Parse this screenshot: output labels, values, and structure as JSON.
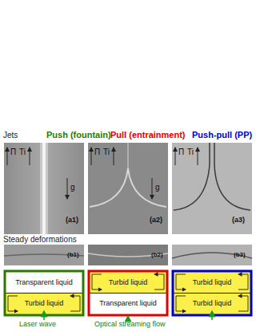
{
  "diagram": {
    "nodes": [
      {
        "text": [
          "Transparent liquid"
        ]
      },
      {
        "text": [
          "Turbid liquid"
        ]
      },
      {
        "text": [
          "Turbid liquid"
        ]
      },
      {
        "text": [
          "Transparent liquid"
        ]
      },
      {
        "text": [
          "Turbid liquid"
        ]
      },
      {
        "text": [
          "Turbid liquid"
        ]
      }
    ],
    "labels": [
      "Jets",
      "Push (fountain)",
      "Pull (entrainment)",
      "Push-pull (PP)",
      "(a1)",
      "Π",
      "Ti",
      "g",
      "(a2)",
      "Π",
      "Ti",
      "g",
      "(a3)",
      "Π",
      "Ti",
      "Steady deformations",
      "(b1)",
      "(b2)",
      "(b3)",
      "Laser wave",
      "Optical streaming flow"
    ]
  }
}
